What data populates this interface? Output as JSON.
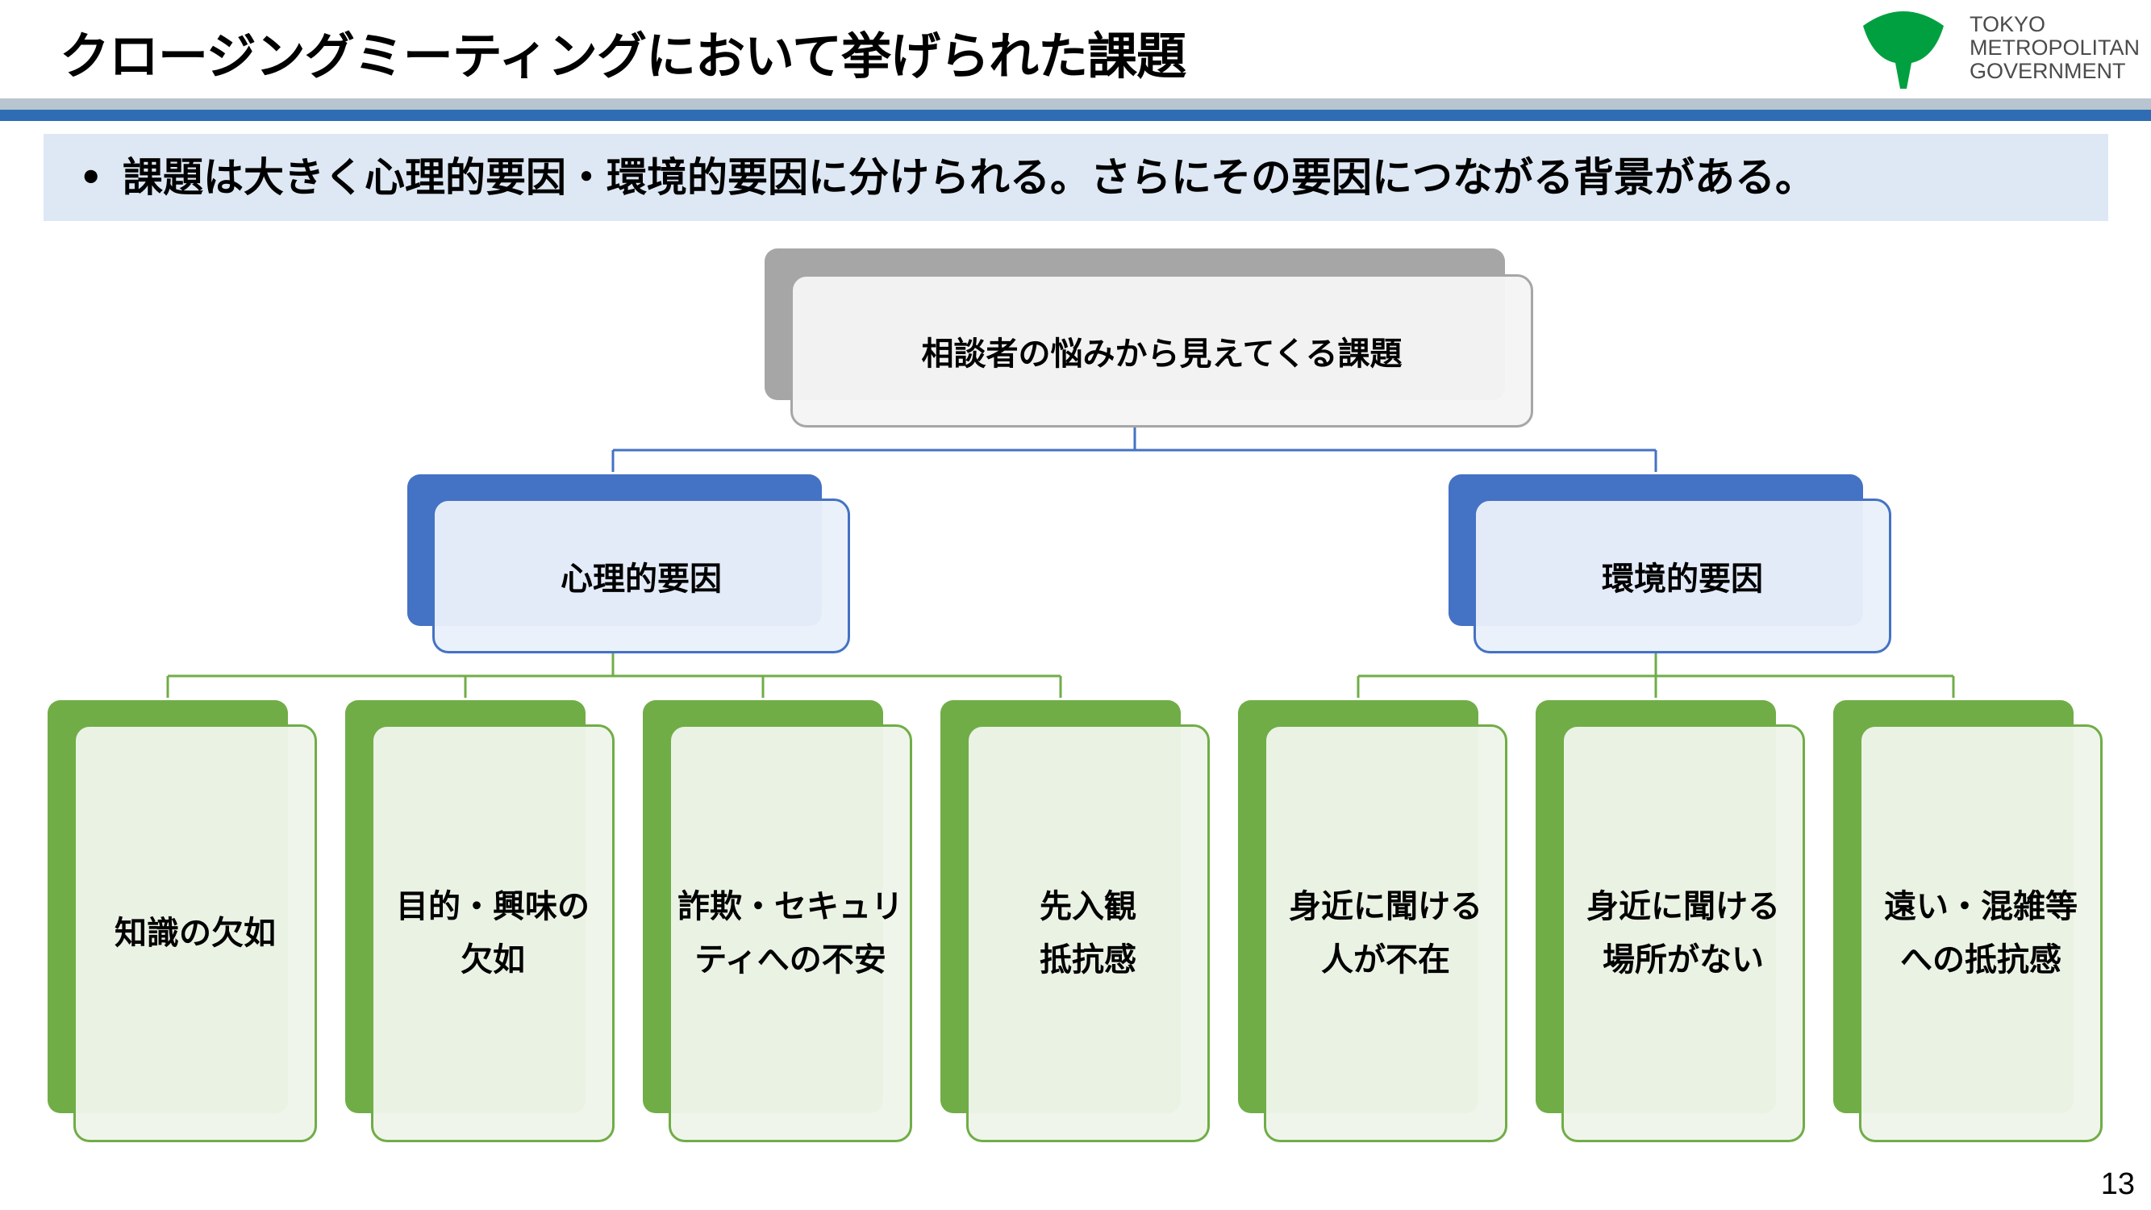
{
  "header": {
    "title": "クロージングミーティングにおいて挙げられた課題",
    "logo_lines": [
      "TOKYO",
      "METROPOLITAN",
      "GOVERNMENT"
    ]
  },
  "bullet": {
    "marker": "•",
    "text": "課題は大きく心理的要因・環境的要因に分けられる。さらにその要因につながる背景がある。"
  },
  "diagram": {
    "root": "相談者の悩みから見えてくる課題",
    "groups": [
      {
        "label": "心理的要因",
        "leaves": [
          [
            "知識の欠如"
          ],
          [
            "目的・興味の",
            "欠如"
          ],
          [
            "詐欺・セキュリ",
            "ティへの不安"
          ],
          [
            "先入観",
            "抵抗感"
          ]
        ]
      },
      {
        "label": "環境的要因",
        "leaves": [
          [
            "身近に聞ける",
            "人が不在"
          ],
          [
            "身近に聞ける",
            "場所がない"
          ],
          [
            "遠い・混雑等",
            "への抵抗感"
          ]
        ]
      }
    ]
  },
  "colors": {
    "root": "#a6a6a6",
    "mid": "#4472c4",
    "leaf": "#70ad47",
    "logo_green": "#00a040"
  },
  "page_number": "13"
}
